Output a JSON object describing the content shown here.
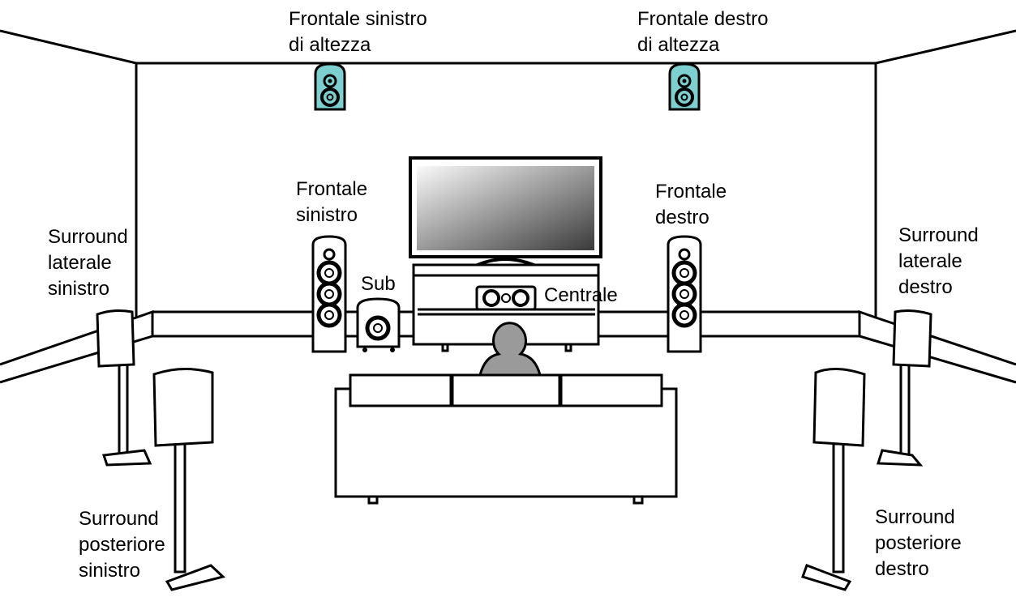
{
  "labels": {
    "front_height_left": [
      "Frontale sinistro",
      "di altezza"
    ],
    "front_height_right": [
      "Frontale destro",
      "di altezza"
    ],
    "front_left": [
      "Frontale",
      "sinistro"
    ],
    "front_right": [
      "Frontale",
      "destro"
    ],
    "surround_left": [
      "Surround",
      "laterale",
      "sinistro"
    ],
    "surround_right": [
      "Surround",
      "laterale",
      "destro"
    ],
    "sub": "Sub",
    "center": "Centrale",
    "surround_back_left": [
      "Surround",
      "posteriore",
      "sinistro"
    ],
    "surround_back_right": [
      "Surround",
      "posteriore",
      "destro"
    ]
  },
  "colors": {
    "height_speaker": "#7ecfd0",
    "person": "#9a9a9a",
    "line": "#000000"
  }
}
